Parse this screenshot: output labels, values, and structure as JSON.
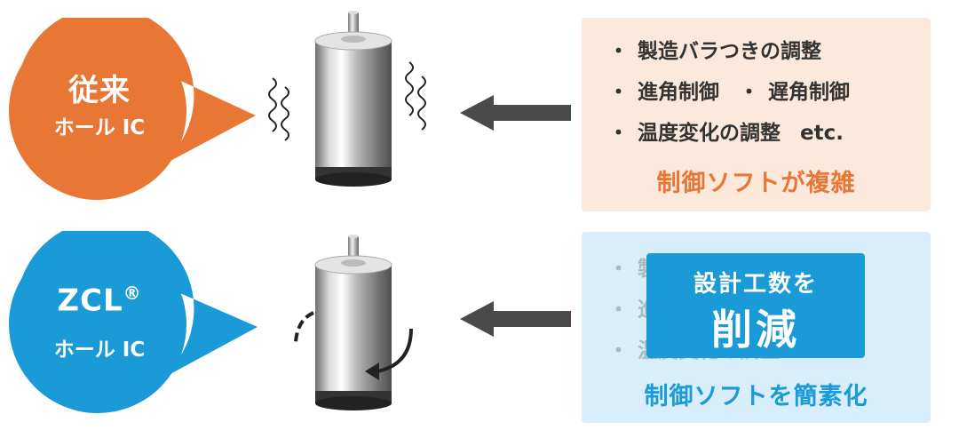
{
  "top": {
    "bubble_title": "従来",
    "bubble_sub": "ホール IC",
    "bullets": [
      "製造バラつきの調整",
      "進角制御",
      "遅角制御",
      "温度変化の調整",
      "etc."
    ],
    "summary": "制御ソフトが複雑"
  },
  "bottom": {
    "bubble_title": "ZCL",
    "bubble_title_mark": "®",
    "bubble_sub": "ホール IC",
    "badge_line1": "設計工数を",
    "badge_line2": "削減",
    "summary": "制御ソフトを簡素化"
  },
  "colors": {
    "orange": "#e87635",
    "blue": "#1a9ad6",
    "panel_orange": "#fde9dc",
    "panel_blue": "#d9eefb",
    "arrow": "#4a4a4a"
  }
}
